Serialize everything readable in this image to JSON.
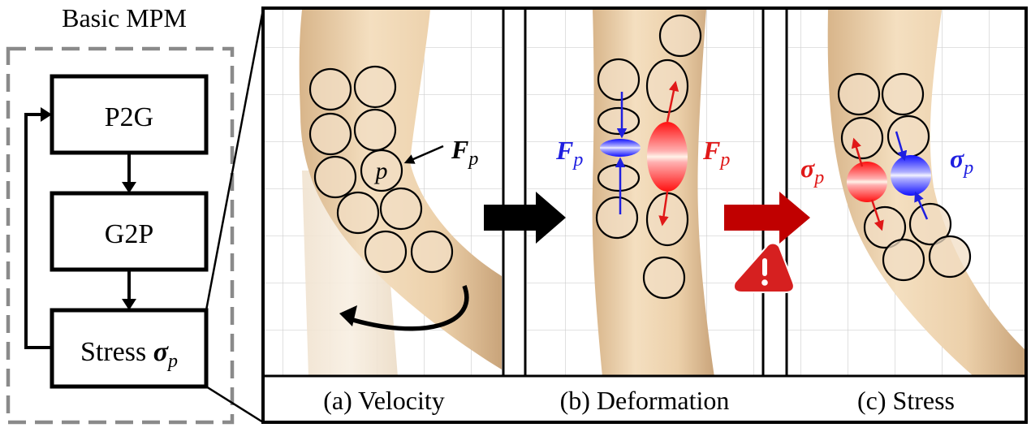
{
  "flowchart": {
    "title": "Basic MPM",
    "steps": [
      {
        "label": "P2G"
      },
      {
        "label": "G2P"
      },
      {
        "label": "Stress ",
        "symbol": "σ",
        "subscript": "p"
      }
    ]
  },
  "panels": [
    {
      "caption": "(a) Velocity",
      "particle_label": "p",
      "annotation": {
        "symbol": "F",
        "subscript": "p"
      }
    },
    {
      "caption": "(b) Deformation",
      "compressed_label": {
        "symbol": "F",
        "subscript": "p"
      },
      "stretched_label": {
        "symbol": "F",
        "subscript": "p"
      }
    },
    {
      "caption": "(c) Stress",
      "tension_label": {
        "symbol": "σ",
        "subscript": "p"
      },
      "compression_label": {
        "symbol": "σ",
        "subscript": "p"
      }
    }
  ],
  "icons": {
    "panel_arrow": "black-right-arrow-icon",
    "stress_arrow": "red-right-arrow-icon",
    "warning": "warning-triangle-icon",
    "rotation": "curved-rotation-arrow-icon"
  },
  "colors": {
    "skin": "#ecd3b0",
    "skin_shadow": "#c9a67e",
    "grid": "#d0d0d0",
    "dashed_border": "#8a8a8a",
    "compression": "#1f1fe0",
    "tension": "#e01818",
    "stress_arrow": "#c00000",
    "warning": "#d62020"
  }
}
